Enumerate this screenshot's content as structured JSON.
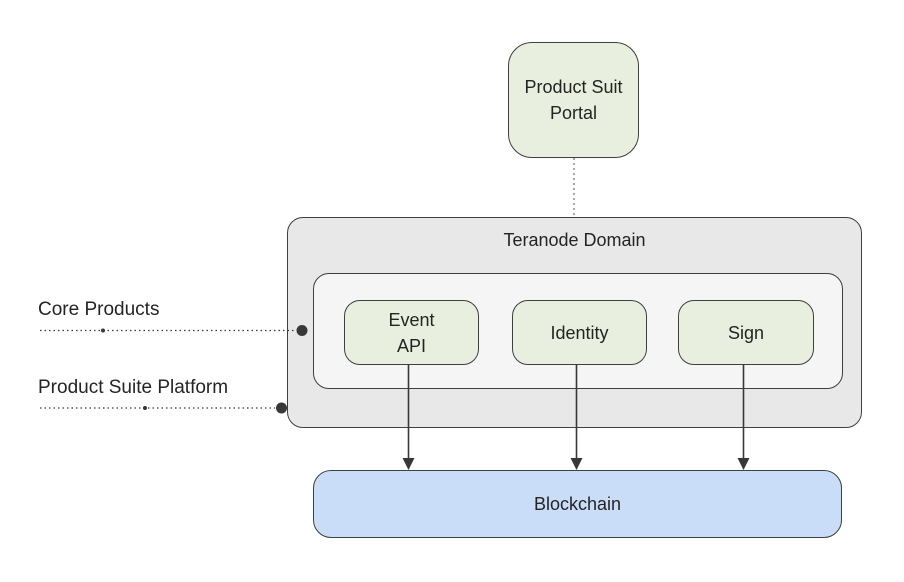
{
  "nodes": {
    "portal": {
      "line1": "Product Suit",
      "line2": "Portal"
    },
    "domain": {
      "title": "Teranode Domain"
    },
    "products": [
      {
        "line1": "Event",
        "line2": "API"
      },
      {
        "line1": "Identity"
      },
      {
        "line1": "Sign"
      }
    ],
    "blockchain": {
      "label": "Blockchain"
    }
  },
  "annotations": {
    "core_products": {
      "label": "Core Products"
    },
    "platform": {
      "label": "Product Suite Platform"
    }
  },
  "colors": {
    "node_green": "#e8efdf",
    "domain_gray": "#e8e8e8",
    "inner_gray": "#f5f5f5",
    "blockchain_blue": "#c9dcf8",
    "border_dark": "#3f3f3f",
    "connector": "#383838",
    "dotted_gray": "#8a8a8a",
    "text": "#242424"
  }
}
